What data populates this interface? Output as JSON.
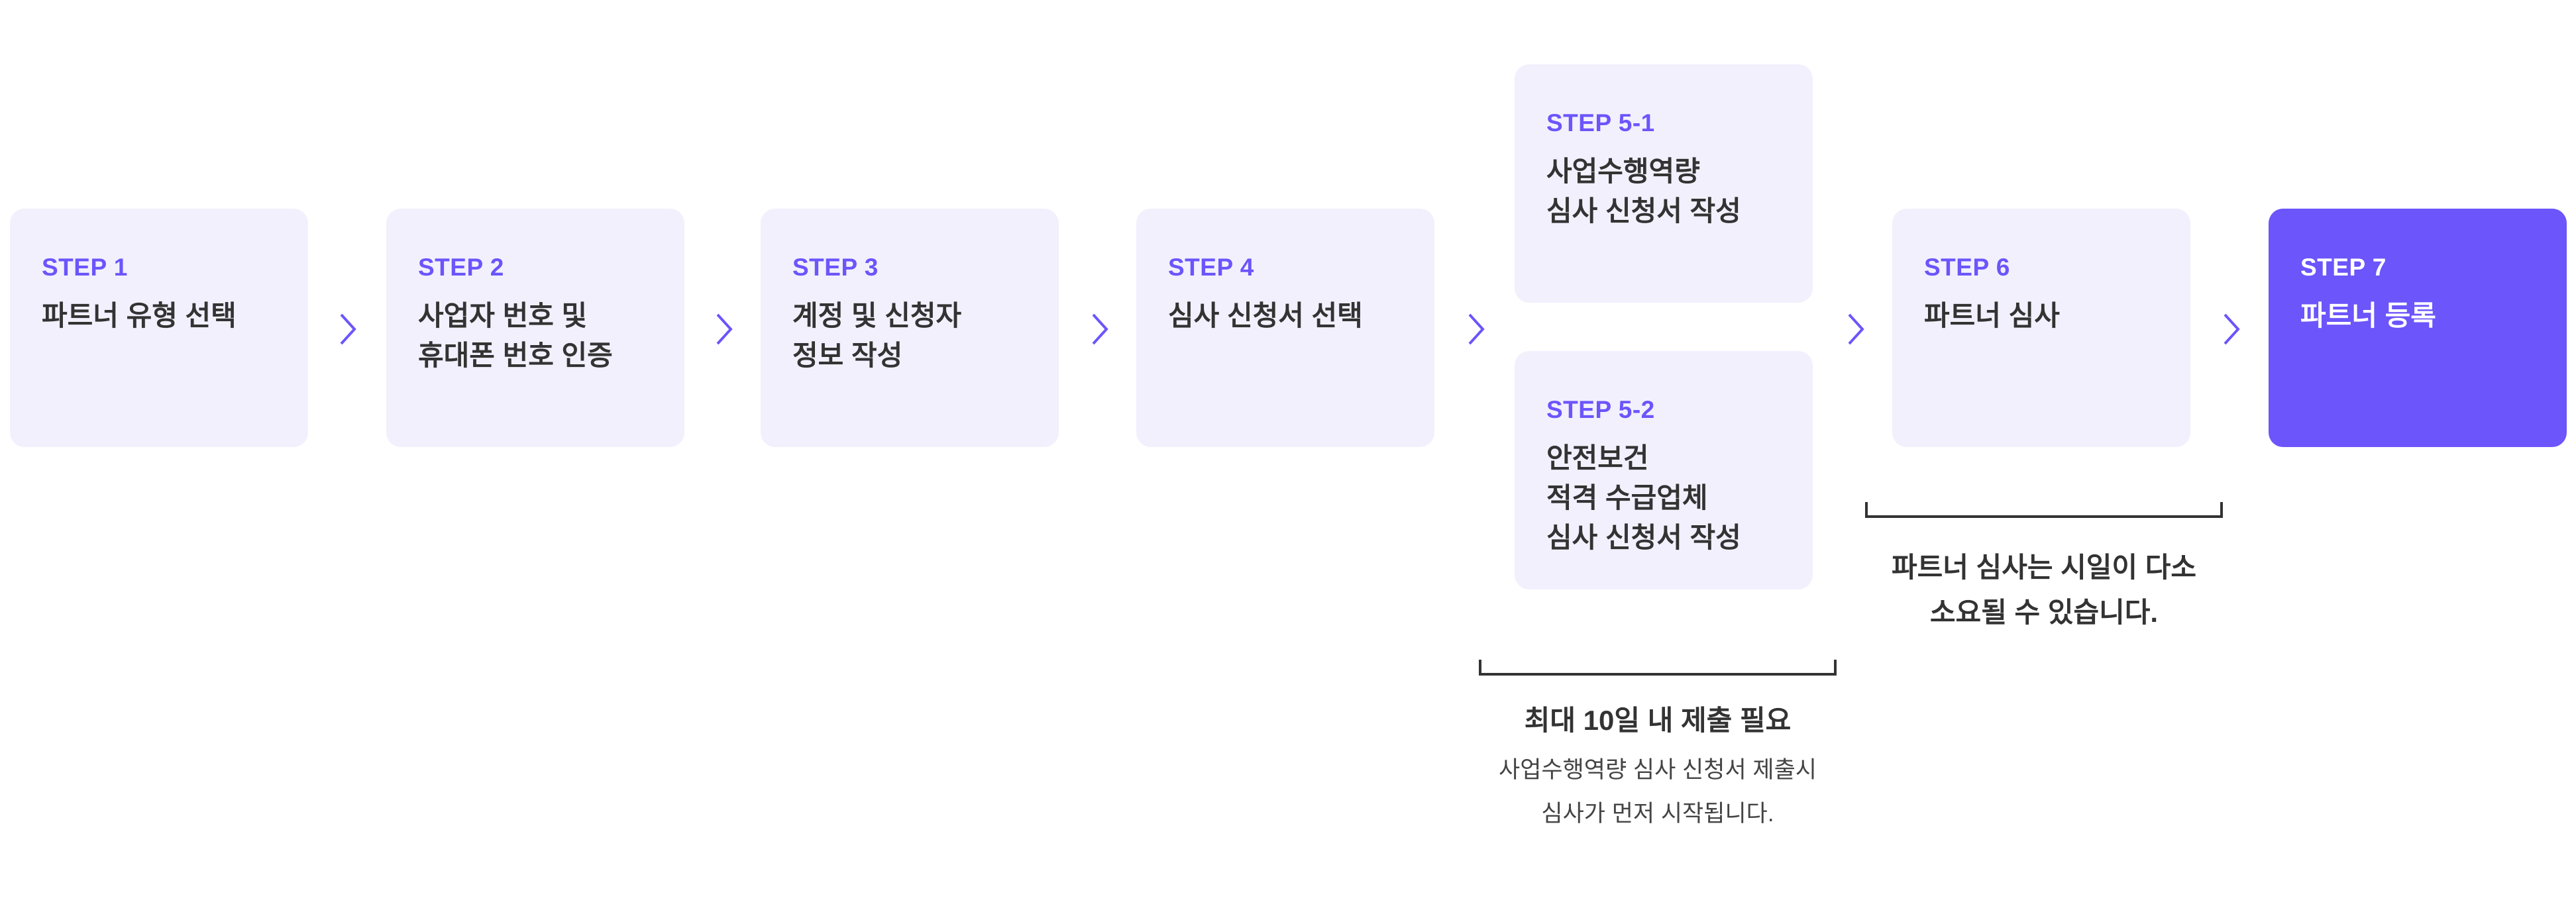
{
  "steps": [
    {
      "label": "STEP 1",
      "title": "파트너 유형 선택"
    },
    {
      "label": "STEP 2",
      "title": "사업자 번호 및\n휴대폰 번호 인증"
    },
    {
      "label": "STEP 3",
      "title": "계정 및 신청자\n정보 작성"
    },
    {
      "label": "STEP 4",
      "title": "심사 신청서 선택"
    },
    {
      "label": "STEP 5-1",
      "title": "사업수행역량\n심사 신청서 작성"
    },
    {
      "label": "STEP 5-2",
      "title": "안전보건\n적격 수급업체\n심사 신청서 작성"
    },
    {
      "label": "STEP 6",
      "title": "파트너 심사"
    },
    {
      "label": "STEP 7",
      "title": "파트너 등록"
    }
  ],
  "notes": {
    "step5_heading": "최대 10일 내 제출 필요",
    "step5_detail": "사업수행역량 심사 신청서 제출시\n심사가 먼저 시작됩니다.",
    "step6_note": "파트너 심사는 시일이 다소\n소요될 수 있습니다."
  },
  "colors": {
    "accent": "#6b55fb",
    "card_bg": "#f2f0fd",
    "text": "#333333"
  }
}
